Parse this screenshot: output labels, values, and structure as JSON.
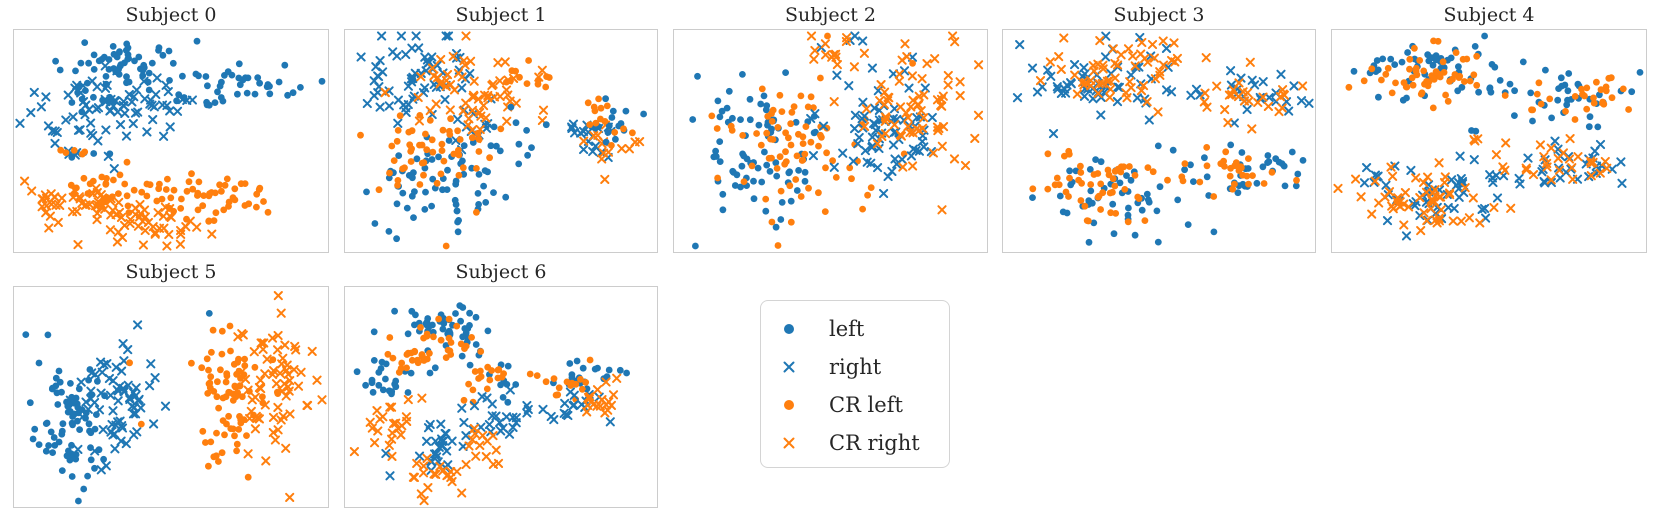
{
  "colors": {
    "blue": "#1f77b4",
    "orange": "#ff7f0e",
    "panel_border": "#cccccc",
    "text": "#262626"
  },
  "series_styles": {
    "left": {
      "color": "blue",
      "marker": "circle"
    },
    "right": {
      "color": "blue",
      "marker": "x"
    },
    "CR left": {
      "color": "orange",
      "marker": "circle"
    },
    "CR right": {
      "color": "orange",
      "marker": "x"
    }
  },
  "legend": {
    "items": [
      {
        "label": "left",
        "series": "left"
      },
      {
        "label": "right",
        "series": "right"
      },
      {
        "label": "CR left",
        "series": "CR left"
      },
      {
        "label": "CR right",
        "series": "CR right"
      }
    ]
  },
  "chart_data": [
    {
      "type": "scatter",
      "title": "Subject 0",
      "axes": "hidden",
      "description": "blue trials form upper band (circles top/right, x left), orange trials form lower band (circles upper, x lower-left and bottom)",
      "clusters": [
        {
          "series": "left",
          "x": 0.36,
          "y": 0.15,
          "sx": 0.1,
          "sy": 0.055,
          "n": 55
        },
        {
          "series": "left",
          "x": 0.72,
          "y": 0.26,
          "sx": 0.11,
          "sy": 0.045,
          "n": 40
        },
        {
          "series": "left",
          "x": 0.22,
          "y": 0.3,
          "sx": 0.05,
          "sy": 0.05,
          "n": 10
        },
        {
          "series": "left",
          "x": 0.26,
          "y": 0.55,
          "sx": 0.04,
          "sy": 0.012,
          "n": 4
        },
        {
          "series": "right",
          "x": 0.27,
          "y": 0.36,
          "sx": 0.1,
          "sy": 0.075,
          "n": 70
        },
        {
          "series": "right",
          "x": 0.49,
          "y": 0.3,
          "sx": 0.07,
          "sy": 0.04,
          "n": 12
        },
        {
          "series": "right",
          "x": 0.15,
          "y": 0.55,
          "sx": 0.04,
          "sy": 0.012,
          "n": 5
        },
        {
          "series": "CR left",
          "x": 0.58,
          "y": 0.75,
          "sx": 0.15,
          "sy": 0.05,
          "n": 60
        },
        {
          "series": "CR left",
          "x": 0.3,
          "y": 0.7,
          "sx": 0.07,
          "sy": 0.04,
          "n": 18
        },
        {
          "series": "CR left",
          "x": 0.19,
          "y": 0.55,
          "sx": 0.05,
          "sy": 0.012,
          "n": 5
        },
        {
          "series": "CR right",
          "x": 0.16,
          "y": 0.77,
          "sx": 0.075,
          "sy": 0.045,
          "n": 40
        },
        {
          "series": "CR right",
          "x": 0.46,
          "y": 0.89,
          "sx": 0.1,
          "sy": 0.045,
          "n": 42
        },
        {
          "series": "CR right",
          "x": 0.3,
          "y": 0.8,
          "sx": 0.05,
          "sy": 0.03,
          "n": 8
        }
      ]
    },
    {
      "type": "scatter",
      "title": "Subject 1",
      "axes": "hidden",
      "description": "large mixed cluster left (blue x top-left, orange x upper-middle, blue/orange circles lower) plus small mixed cluster right",
      "clusters": [
        {
          "series": "right",
          "x": 0.24,
          "y": 0.2,
          "sx": 0.09,
          "sy": 0.1,
          "n": 65
        },
        {
          "series": "right",
          "x": 0.42,
          "y": 0.42,
          "sx": 0.05,
          "sy": 0.06,
          "n": 10
        },
        {
          "series": "right",
          "x": 0.78,
          "y": 0.47,
          "sx": 0.05,
          "sy": 0.05,
          "n": 18
        },
        {
          "series": "CR right",
          "x": 0.4,
          "y": 0.28,
          "sx": 0.1,
          "sy": 0.09,
          "n": 65
        },
        {
          "series": "CR right",
          "x": 0.86,
          "y": 0.52,
          "sx": 0.05,
          "sy": 0.06,
          "n": 14
        },
        {
          "series": "left",
          "x": 0.3,
          "y": 0.68,
          "sx": 0.11,
          "sy": 0.13,
          "n": 65
        },
        {
          "series": "left",
          "x": 0.52,
          "y": 0.5,
          "sx": 0.05,
          "sy": 0.08,
          "n": 12
        },
        {
          "series": "left",
          "x": 0.86,
          "y": 0.4,
          "sx": 0.055,
          "sy": 0.045,
          "n": 14
        },
        {
          "series": "CR left",
          "x": 0.27,
          "y": 0.54,
          "sx": 0.095,
          "sy": 0.095,
          "n": 55
        },
        {
          "series": "CR left",
          "x": 0.58,
          "y": 0.24,
          "sx": 0.055,
          "sy": 0.05,
          "n": 12
        },
        {
          "series": "CR left",
          "x": 0.81,
          "y": 0.4,
          "sx": 0.055,
          "sy": 0.045,
          "n": 14
        }
      ]
    },
    {
      "type": "scatter",
      "title": "Subject 2",
      "axes": "hidden",
      "description": "circles (blue+orange mixed) occupy left half, x markers (blue+orange mixed) occupy right half",
      "clusters": [
        {
          "series": "left",
          "x": 0.27,
          "y": 0.55,
          "sx": 0.1,
          "sy": 0.16,
          "n": 80
        },
        {
          "series": "CR left",
          "x": 0.42,
          "y": 0.52,
          "sx": 0.115,
          "sy": 0.17,
          "n": 80
        },
        {
          "series": "right",
          "x": 0.67,
          "y": 0.44,
          "sx": 0.095,
          "sy": 0.15,
          "n": 75
        },
        {
          "series": "CR right",
          "x": 0.78,
          "y": 0.36,
          "sx": 0.1,
          "sy": 0.14,
          "n": 70
        },
        {
          "series": "CR right",
          "x": 0.53,
          "y": 0.12,
          "sx": 0.055,
          "sy": 0.045,
          "n": 14
        }
      ]
    },
    {
      "type": "scatter",
      "title": "Subject 3",
      "axes": "hidden",
      "description": "x markers (blue+orange mixed) across upper half, circles (blue+orange mixed) across lower half",
      "clusters": [
        {
          "series": "right",
          "x": 0.29,
          "y": 0.22,
          "sx": 0.11,
          "sy": 0.085,
          "n": 58
        },
        {
          "series": "right",
          "x": 0.76,
          "y": 0.28,
          "sx": 0.11,
          "sy": 0.055,
          "n": 28
        },
        {
          "series": "CR right",
          "x": 0.36,
          "y": 0.19,
          "sx": 0.12,
          "sy": 0.08,
          "n": 58
        },
        {
          "series": "CR right",
          "x": 0.8,
          "y": 0.31,
          "sx": 0.09,
          "sy": 0.055,
          "n": 26
        },
        {
          "series": "left",
          "x": 0.36,
          "y": 0.73,
          "sx": 0.12,
          "sy": 0.095,
          "n": 52
        },
        {
          "series": "left",
          "x": 0.8,
          "y": 0.64,
          "sx": 0.095,
          "sy": 0.06,
          "n": 32
        },
        {
          "series": "CR left",
          "x": 0.31,
          "y": 0.68,
          "sx": 0.11,
          "sy": 0.085,
          "n": 52
        },
        {
          "series": "CR left",
          "x": 0.74,
          "y": 0.62,
          "sx": 0.095,
          "sy": 0.055,
          "n": 28
        }
      ]
    },
    {
      "type": "scatter",
      "title": "Subject 4",
      "axes": "hidden",
      "description": "circles (blue+orange mixed) in upper band, x markers (blue+orange mixed) in lower band, few connecting points mid-center",
      "clusters": [
        {
          "series": "left",
          "x": 0.29,
          "y": 0.19,
          "sx": 0.12,
          "sy": 0.07,
          "n": 60
        },
        {
          "series": "left",
          "x": 0.76,
          "y": 0.29,
          "sx": 0.095,
          "sy": 0.06,
          "n": 32
        },
        {
          "series": "left",
          "x": 0.46,
          "y": 0.44,
          "sx": 0.015,
          "sy": 0.03,
          "n": 2
        },
        {
          "series": "CR left",
          "x": 0.33,
          "y": 0.21,
          "sx": 0.115,
          "sy": 0.065,
          "n": 56
        },
        {
          "series": "CR left",
          "x": 0.79,
          "y": 0.31,
          "sx": 0.085,
          "sy": 0.055,
          "n": 28
        },
        {
          "series": "right",
          "x": 0.35,
          "y": 0.74,
          "sx": 0.115,
          "sy": 0.075,
          "n": 55
        },
        {
          "series": "right",
          "x": 0.8,
          "y": 0.6,
          "sx": 0.085,
          "sy": 0.055,
          "n": 28
        },
        {
          "series": "CR right",
          "x": 0.29,
          "y": 0.78,
          "sx": 0.115,
          "sy": 0.07,
          "n": 55
        },
        {
          "series": "CR right",
          "x": 0.77,
          "y": 0.59,
          "sx": 0.09,
          "sy": 0.055,
          "n": 28
        },
        {
          "series": "CR right",
          "x": 0.45,
          "y": 0.5,
          "sx": 0.015,
          "sy": 0.03,
          "n": 3
        }
      ]
    },
    {
      "type": "scatter",
      "title": "Subject 5",
      "axes": "hidden",
      "description": "all-blue cluster left (circles left side, x right side), all-orange cluster right (circles left side, x right side), few stray points between",
      "clusters": [
        {
          "series": "left",
          "x": 0.17,
          "y": 0.62,
          "sx": 0.055,
          "sy": 0.16,
          "n": 80
        },
        {
          "series": "right",
          "x": 0.34,
          "y": 0.53,
          "sx": 0.06,
          "sy": 0.14,
          "n": 70
        },
        {
          "series": "left",
          "x": 0.62,
          "y": 0.12,
          "sx": 0.004,
          "sy": 0.004,
          "n": 1
        },
        {
          "series": "CR left",
          "x": 0.69,
          "y": 0.48,
          "sx": 0.05,
          "sy": 0.16,
          "n": 80
        },
        {
          "series": "CR left",
          "x": 0.37,
          "y": 0.33,
          "sx": 0.004,
          "sy": 0.004,
          "n": 1
        },
        {
          "series": "CR left",
          "x": 0.41,
          "y": 0.62,
          "sx": 0.004,
          "sy": 0.004,
          "n": 1
        },
        {
          "series": "CR right",
          "x": 0.83,
          "y": 0.44,
          "sx": 0.06,
          "sy": 0.15,
          "n": 68
        }
      ]
    },
    {
      "type": "scatter",
      "title": "Subject 6",
      "axes": "hidden",
      "description": "ring-shaped cluster left (circles on upper arc, x markers on lower arc) plus smaller mixed cluster right (circles above, x below)",
      "clusters": [
        {
          "series": "left",
          "x": 0.14,
          "y": 0.38,
          "sx": 0.045,
          "sy": 0.07,
          "n": 25
        },
        {
          "series": "left",
          "x": 0.25,
          "y": 0.17,
          "sx": 0.05,
          "sy": 0.05,
          "n": 25
        },
        {
          "series": "left",
          "x": 0.4,
          "y": 0.2,
          "sx": 0.05,
          "sy": 0.05,
          "n": 20
        },
        {
          "series": "left",
          "x": 0.5,
          "y": 0.4,
          "sx": 0.04,
          "sy": 0.06,
          "n": 12
        },
        {
          "series": "left",
          "x": 0.78,
          "y": 0.38,
          "sx": 0.06,
          "sy": 0.05,
          "n": 20
        },
        {
          "series": "CR left",
          "x": 0.3,
          "y": 0.27,
          "sx": 0.06,
          "sy": 0.06,
          "n": 30
        },
        {
          "series": "CR left",
          "x": 0.44,
          "y": 0.4,
          "sx": 0.04,
          "sy": 0.07,
          "n": 18
        },
        {
          "series": "CR left",
          "x": 0.2,
          "y": 0.3,
          "sx": 0.04,
          "sy": 0.04,
          "n": 10
        },
        {
          "series": "CR left",
          "x": 0.71,
          "y": 0.42,
          "sx": 0.05,
          "sy": 0.04,
          "n": 16
        },
        {
          "series": "right",
          "x": 0.32,
          "y": 0.72,
          "sx": 0.07,
          "sy": 0.07,
          "n": 30
        },
        {
          "series": "right",
          "x": 0.47,
          "y": 0.58,
          "sx": 0.04,
          "sy": 0.06,
          "n": 14
        },
        {
          "series": "right",
          "x": 0.55,
          "y": 0.62,
          "sx": 0.03,
          "sy": 0.04,
          "n": 8
        },
        {
          "series": "right",
          "x": 0.73,
          "y": 0.55,
          "sx": 0.06,
          "sy": 0.045,
          "n": 18
        },
        {
          "series": "CR right",
          "x": 0.15,
          "y": 0.62,
          "sx": 0.05,
          "sy": 0.06,
          "n": 22
        },
        {
          "series": "CR right",
          "x": 0.3,
          "y": 0.84,
          "sx": 0.07,
          "sy": 0.055,
          "n": 25
        },
        {
          "series": "CR right",
          "x": 0.44,
          "y": 0.7,
          "sx": 0.04,
          "sy": 0.05,
          "n": 10
        },
        {
          "series": "CR right",
          "x": 0.8,
          "y": 0.52,
          "sx": 0.06,
          "sy": 0.045,
          "n": 18
        }
      ]
    }
  ]
}
